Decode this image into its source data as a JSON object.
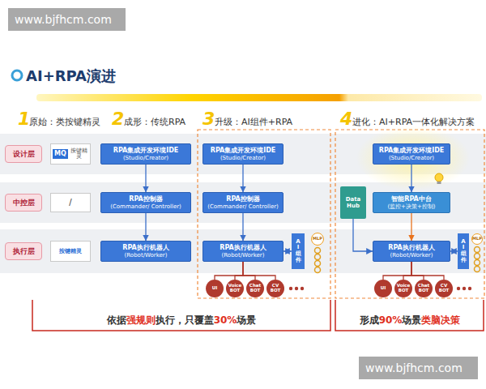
{
  "diagram": {
    "title": "AI+RPA演进",
    "nodes": [
      {
        "text": [
          "设计层"
        ]
      },
      {
        "text": [
          "中控层"
        ]
      },
      {
        "text": [
          "执行层"
        ]
      },
      {
        "text": [
          "MQ",
          "按键精灵"
        ]
      },
      {
        "text": [
          "/"
        ]
      },
      {
        "text": [
          "按键精灵"
        ]
      },
      {
        "text": [
          "RPA集成开发环境IDE",
          "(Studio/Creator)"
        ]
      },
      {
        "text": [
          "RPA控制器",
          "(Commander/ Controller)"
        ]
      },
      {
        "text": [
          "RPA执行机器人",
          "(Robot/Worker)"
        ]
      },
      {
        "text": [
          "RPA集成开发环境IDE",
          "(Studio/Creator)"
        ]
      },
      {
        "text": [
          "RPA控制器",
          "(Commander/ Controller)"
        ]
      },
      {
        "text": [
          "RPA执行机器人",
          "(Robot/Worker)"
        ]
      },
      {
        "text": [
          "AI组件"
        ]
      },
      {
        "text": [
          "MLP"
        ]
      },
      {
        "text": [
          "UI"
        ]
      },
      {
        "text": [
          "Voice BOT"
        ]
      },
      {
        "text": [
          "Chat BOT"
        ]
      },
      {
        "text": [
          "CV BOT"
        ]
      },
      {
        "text": [
          "RPA集成开发环境IDE",
          "(Studio/Creator)"
        ]
      },
      {
        "text": [
          "Data Hub"
        ]
      },
      {
        "text": [
          "智能RPA中台",
          "(监控+决策+控制)"
        ]
      },
      {
        "text": [
          "RPA执行机器人",
          "(Robot/Worker)"
        ]
      },
      {
        "text": [
          "AI组件"
        ]
      },
      {
        "text": [
          "MLP"
        ]
      },
      {
        "text": [
          "UI"
        ]
      },
      {
        "text": [
          "Voice BOT"
        ]
      },
      {
        "text": [
          "Chat BOT"
        ]
      },
      {
        "text": [
          "CV BOT"
        ]
      }
    ],
    "edges": [
      {
        "from": 6,
        "to": 7,
        "arrow": "to"
      },
      {
        "from": 7,
        "to": 8,
        "arrow": "to"
      },
      {
        "from": 9,
        "to": 10,
        "arrow": "to"
      },
      {
        "from": 10,
        "to": 11,
        "arrow": "to"
      },
      {
        "from": 11,
        "to": 12,
        "arrow": "both"
      },
      {
        "from": 11,
        "to": 14,
        "arrow": "none"
      },
      {
        "from": 11,
        "to": 15,
        "arrow": "none"
      },
      {
        "from": 11,
        "to": 16,
        "arrow": "none"
      },
      {
        "from": 11,
        "to": 17,
        "arrow": "none"
      },
      {
        "from": 18,
        "to": 20,
        "arrow": "to"
      },
      {
        "from": 19,
        "to": 21,
        "arrow": "to"
      },
      {
        "from": 20,
        "to": 21,
        "arrow": "to"
      },
      {
        "from": 21,
        "to": 22,
        "arrow": "both"
      },
      {
        "from": 21,
        "to": 24,
        "arrow": "none"
      },
      {
        "from": 21,
        "to": 25,
        "arrow": "none"
      },
      {
        "from": 21,
        "to": 26,
        "arrow": "none"
      },
      {
        "from": 21,
        "to": 27,
        "arrow": "none"
      }
    ],
    "labels": [
      "www.bjfhcm.com",
      "1",
      "原始：类按键精灵",
      "2",
      "成形：传统RPA",
      "3",
      "升级：AI组件+RPA",
      "4",
      "进化：AI+RPA一体化解决方案",
      "依据",
      "强规则",
      "执行，只覆盖",
      "30%",
      "场景",
      "形成",
      "90%",
      "场景",
      "类脑决策",
      "www.bjfhcm.com"
    ]
  }
}
